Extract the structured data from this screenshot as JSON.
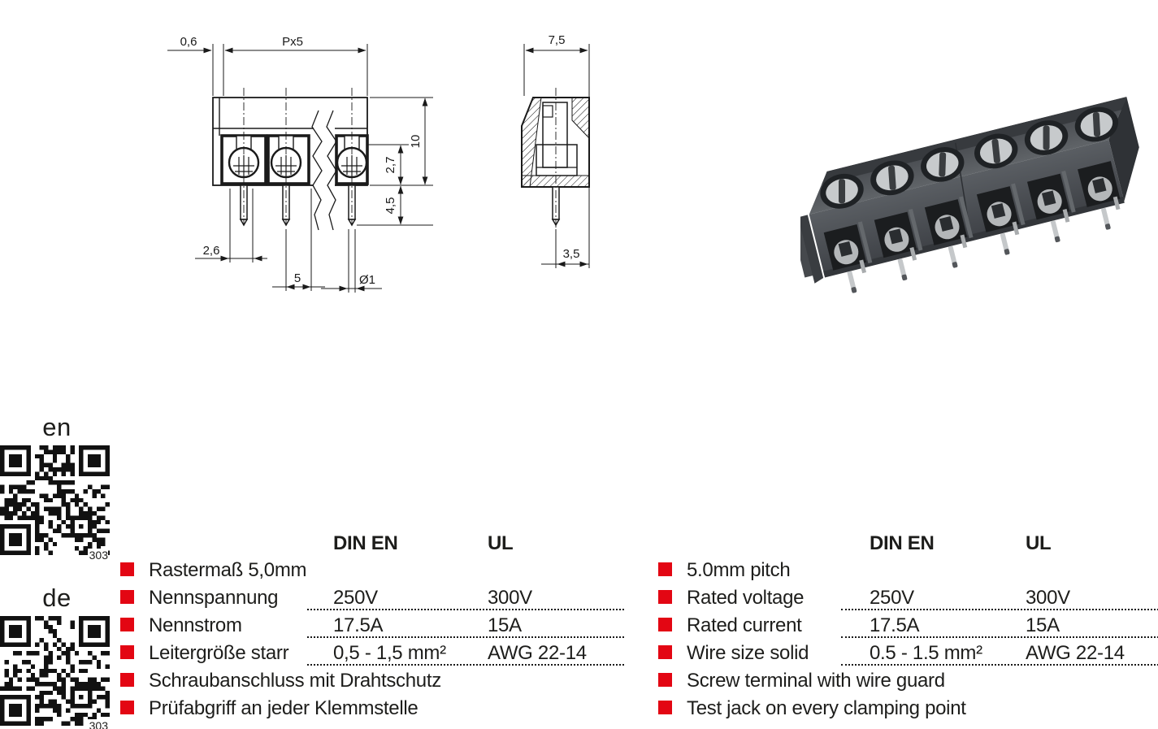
{
  "colors": {
    "accent": "#e30613",
    "line": "#1a1a1a",
    "body_dark": "#4a4e53"
  },
  "drawing": {
    "front": {
      "wall": "0,6",
      "pitch": "Px5",
      "height": "10",
      "clamp_depth": "2,7",
      "pin_length": "4,5",
      "clamp_width": "2,6",
      "pole_pitch": "5",
      "pin_diameter": "Ø1"
    },
    "side": {
      "depth": "7,5",
      "pin_offset": "3,5"
    }
  },
  "qr": {
    "items": [
      {
        "lang": "en",
        "code": "303"
      },
      {
        "lang": "de",
        "code": "303"
      }
    ]
  },
  "specs": {
    "de": {
      "col1": "DIN EN",
      "col2": "UL",
      "rows": [
        {
          "label": "Rastermaß 5,0mm",
          "din": "",
          "ul": ""
        },
        {
          "label": "Nennspannung",
          "din": "250V",
          "ul": "300V"
        },
        {
          "label": "Nennstrom",
          "din": "17.5A",
          "ul": "15A"
        },
        {
          "label": "Leitergröße starr",
          "din": "0,5 - 1,5 mm²",
          "ul": "AWG 22-14"
        },
        {
          "label": "Schraubanschluss mit Drahtschutz",
          "din": "",
          "ul": ""
        },
        {
          "label": "Prüfabgriff an jeder Klemmstelle",
          "din": "",
          "ul": ""
        }
      ]
    },
    "en": {
      "col1": "DIN EN",
      "col2": "UL",
      "rows": [
        {
          "label": "5.0mm pitch",
          "din": "",
          "ul": ""
        },
        {
          "label": "Rated voltage",
          "din": "250V",
          "ul": "300V"
        },
        {
          "label": "Rated current",
          "din": "17.5A",
          "ul": "15A"
        },
        {
          "label": "Wire size solid",
          "din": "0.5 - 1.5 mm²",
          "ul": "AWG 22-14"
        },
        {
          "label": "Screw terminal with wire guard",
          "din": "",
          "ul": ""
        },
        {
          "label": "Test jack on every clamping point",
          "din": "",
          "ul": ""
        }
      ]
    }
  }
}
